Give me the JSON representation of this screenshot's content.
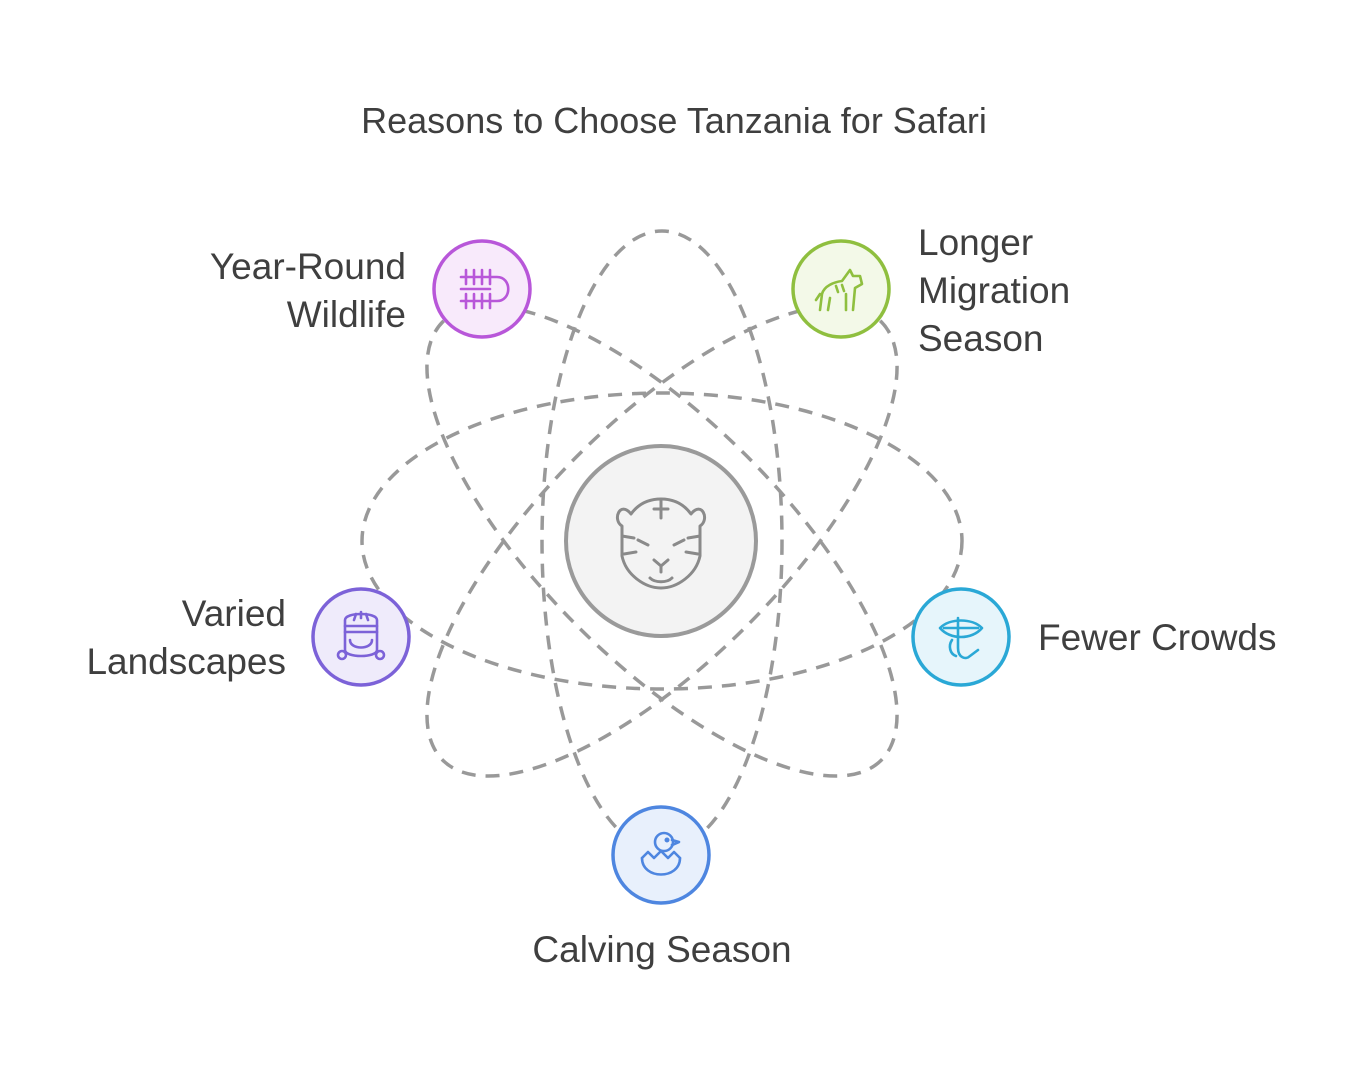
{
  "title": "Reasons to Choose Tanzania for Safari",
  "center": {
    "icon": "tiger-face-icon",
    "fill": "#f3f3f3",
    "stroke": "#9a9a9a"
  },
  "nodes": [
    {
      "id": "year-round-wildlife",
      "label_lines": [
        "Year-Round",
        "Wildlife"
      ],
      "icon": "caterpillar-icon",
      "stroke": "#b857d9",
      "fill": "#f8eafb"
    },
    {
      "id": "longer-migration-season",
      "label_lines": [
        "Longer",
        "Migration",
        "Season"
      ],
      "icon": "hyena-icon",
      "stroke": "#8fbf3f",
      "fill": "#f3f9e8"
    },
    {
      "id": "varied-landscapes",
      "label_lines": [
        "Varied",
        "Landscapes"
      ],
      "icon": "woman-face-icon",
      "stroke": "#7c62d8",
      "fill": "#efebfb"
    },
    {
      "id": "fewer-crowds",
      "label_lines": [
        "Fewer Crowds"
      ],
      "icon": "shush-icon",
      "stroke": "#2aa8d6",
      "fill": "#e6f5fb"
    },
    {
      "id": "calving-season",
      "label_lines": [
        "Calving Season"
      ],
      "icon": "hatching-chick-icon",
      "stroke": "#4e86e0",
      "fill": "#e8f0fc"
    }
  ],
  "colors": {
    "orbit": "#999999",
    "text": "#3f3f3f"
  }
}
